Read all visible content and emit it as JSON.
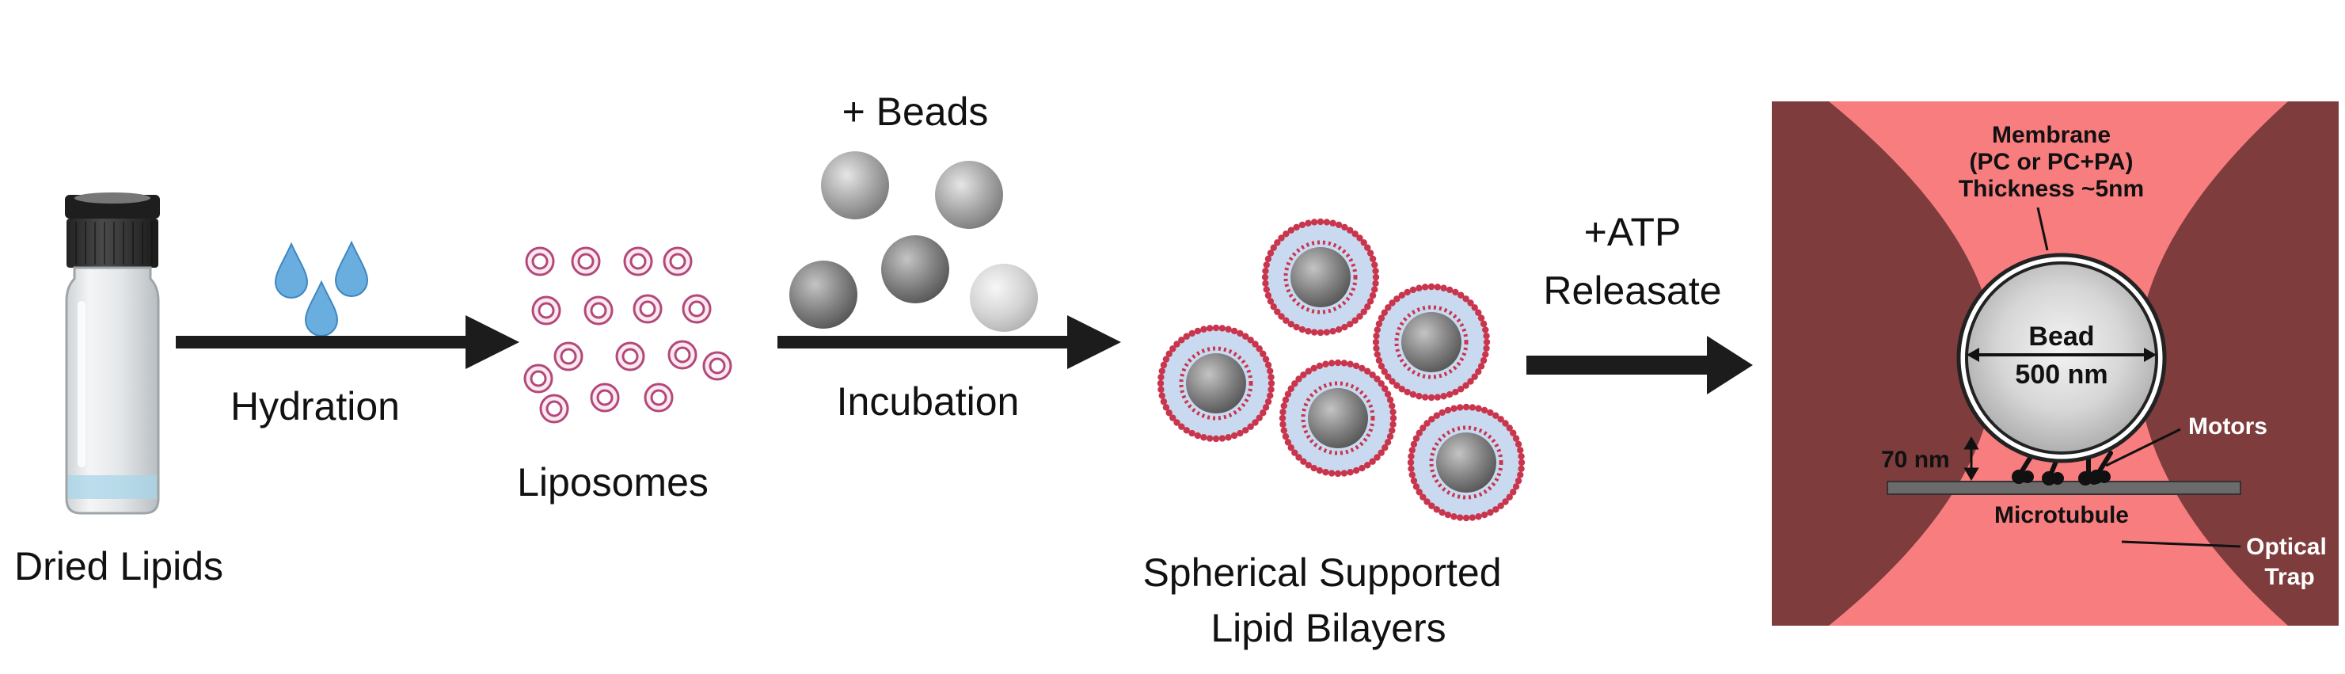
{
  "steps": {
    "dried_lipids": "Dried Lipids",
    "hydration": "Hydration",
    "liposomes": "Liposomes",
    "plus_beads": "+ Beads",
    "incubation": "Incubation",
    "sslb_line1": "Spherical Supported",
    "sslb_line2": "Lipid Bilayers",
    "atp_line1": "+ATP",
    "atp_line2": "Releasate"
  },
  "inset": {
    "membrane_line1": "Membrane",
    "membrane_line2": "(PC or PC+PA)",
    "membrane_line3": "Thickness ~5nm",
    "bead_line1": "Bead",
    "bead_line2": "500 nm",
    "motors": "Motors",
    "gap": "70 nm",
    "microtubule": "Microtubule",
    "trap_line1": "Optical",
    "trap_line2": "Trap"
  },
  "colors": {
    "arrow": "#1c1c1c",
    "trap_bg": "#f87d7f",
    "trap_lobe": "#7e3c3c",
    "liposome": "#b3487a",
    "bilayer_head": "#c8354d",
    "bilayer_fill": "#c9daf0",
    "bead_gray": "#8f8f8f",
    "water_drop": "#6aaee0",
    "microtubule": "#6b6b6b"
  }
}
